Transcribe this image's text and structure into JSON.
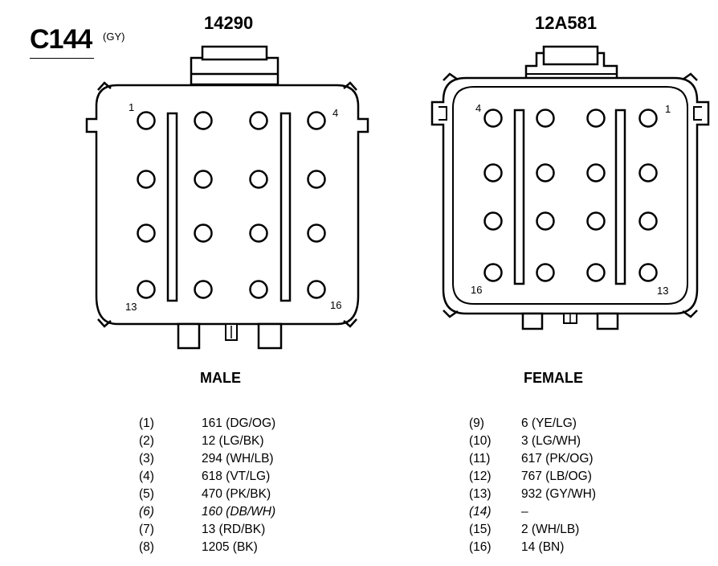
{
  "header": {
    "connector_id": "C144",
    "connector_color": "(GY)"
  },
  "male": {
    "part_number": "14290",
    "label": "MALE",
    "corner_pins": {
      "top_left": "1",
      "top_right": "4",
      "bottom_left": "13",
      "bottom_right": "16"
    },
    "pins": [
      {
        "num": "(1)",
        "wire": "161 (DG/OG)",
        "italic": false
      },
      {
        "num": "(2)",
        "wire": "12 (LG/BK)",
        "italic": false
      },
      {
        "num": "(3)",
        "wire": "294 (WH/LB)",
        "italic": false
      },
      {
        "num": "(4)",
        "wire": "618 (VT/LG)",
        "italic": false
      },
      {
        "num": "(5)",
        "wire": "470 (PK/BK)",
        "italic": false
      },
      {
        "num": "(6)",
        "wire": "160 (DB/WH)",
        "italic": true
      },
      {
        "num": "(7)",
        "wire": "13 (RD/BK)",
        "italic": false
      },
      {
        "num": "(8)",
        "wire": "1205 (BK)",
        "italic": false
      }
    ]
  },
  "female": {
    "part_number": "12A581",
    "label": "FEMALE",
    "corner_pins": {
      "top_left": "4",
      "top_right": "1",
      "bottom_left": "16",
      "bottom_right": "13"
    },
    "pins": [
      {
        "num": "(9)",
        "wire": "6 (YE/LG)",
        "italic": false
      },
      {
        "num": "(10)",
        "wire": "3 (LG/WH)",
        "italic": false
      },
      {
        "num": "(11)",
        "wire": "617 (PK/OG)",
        "italic": false
      },
      {
        "num": "(12)",
        "wire": "767 (LB/OG)",
        "italic": false
      },
      {
        "num": "(13)",
        "wire": "932 (GY/WH)",
        "italic": false
      },
      {
        "num": "(14)",
        "wire": "–",
        "italic": true
      },
      {
        "num": "(15)",
        "wire": "2 (WH/LB)",
        "italic": false
      },
      {
        "num": "(16)",
        "wire": "14 (BN)",
        "italic": false
      }
    ]
  }
}
